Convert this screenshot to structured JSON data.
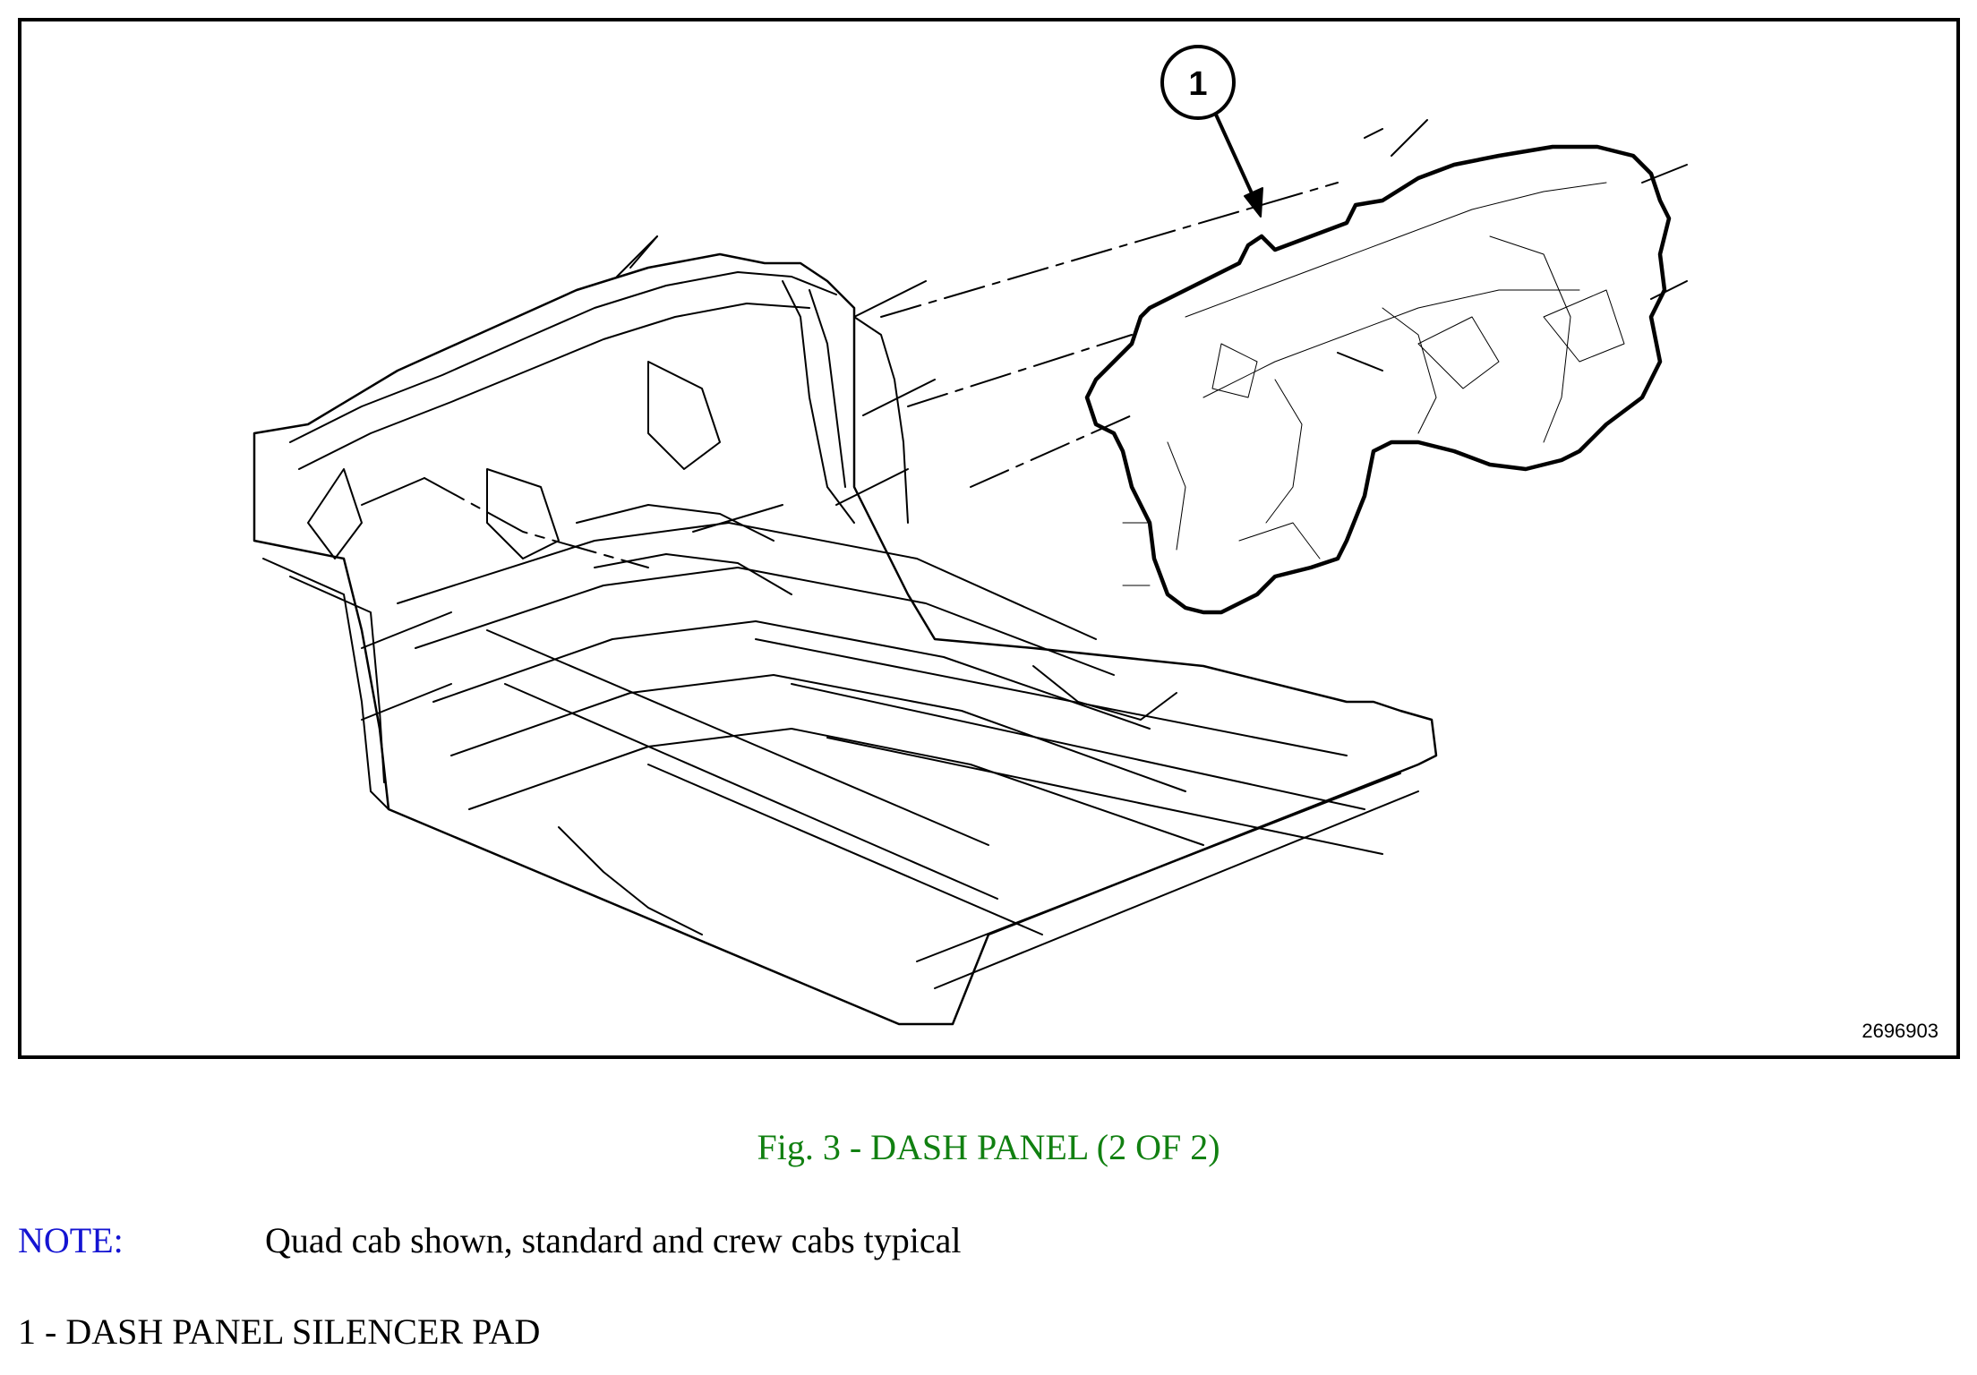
{
  "figure": {
    "callout_number": "1",
    "figure_id": "2696903"
  },
  "caption": "Fig. 3 - DASH PANEL (2 OF 2)",
  "note": {
    "label": "NOTE:",
    "text": "Quad cab shown, standard and crew cabs typical"
  },
  "legend": {
    "items": [
      "1 - DASH PANEL SILENCER PAD"
    ]
  }
}
